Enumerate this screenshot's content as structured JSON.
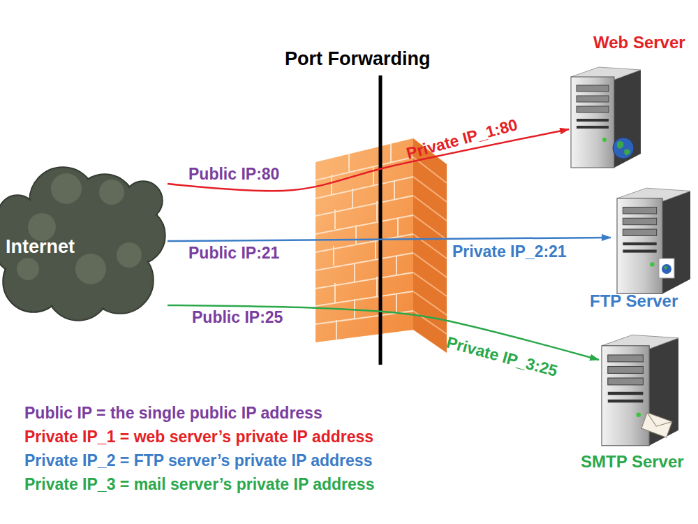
{
  "diagram": {
    "title": "Port Forwarding",
    "nodes": [
      {
        "text": [
          "Internet"
        ]
      },
      {
        "text": [
          "Web Server"
        ]
      },
      {
        "text": [
          "FTP Server"
        ]
      },
      {
        "text": [
          "SMTP Server"
        ]
      }
    ],
    "edges": [
      {
        "from": 0,
        "to": 1,
        "arrow": "to",
        "label": "Public IP:80"
      },
      {
        "from": 0,
        "to": 2,
        "arrow": "to",
        "label": "Public IP:21"
      },
      {
        "from": 0,
        "to": 3,
        "arrow": "to",
        "label": "Public IP:25"
      }
    ],
    "labels": [
      "Private IP_1:80",
      "Private IP_2:21",
      "Private IP_3:25",
      "Public IP = the single public IP address",
      "Private IP_1 = web server’s private IP address",
      "Private IP_2 = FTP server’s private IP address",
      "Private IP_3 = mail server’s private IP address"
    ]
  }
}
